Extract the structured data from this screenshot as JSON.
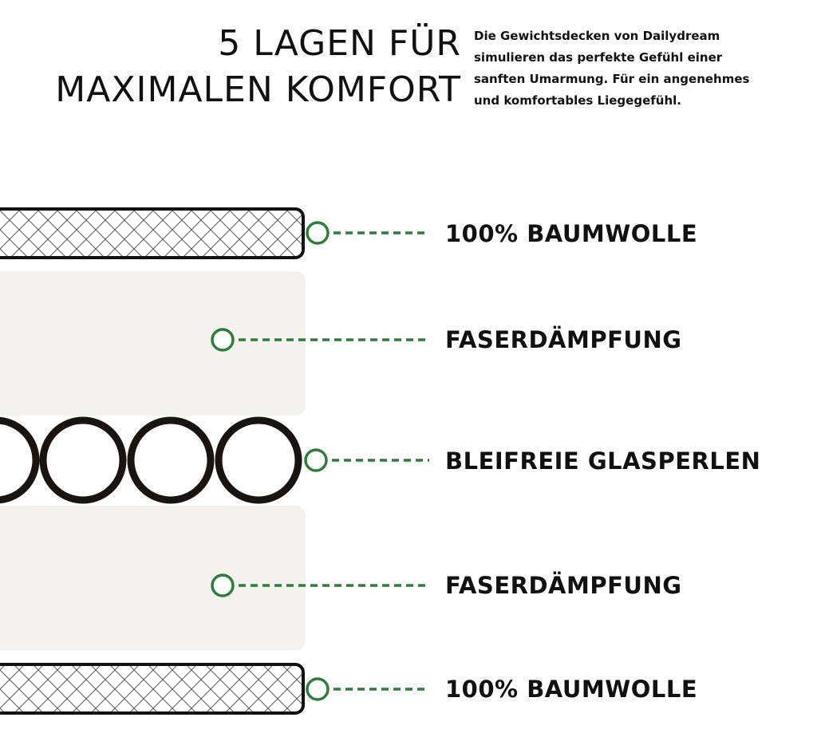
{
  "header": {
    "title_line1": "5 LAGEN FÜR",
    "title_line2": "MAXIMALEN KOMFORT",
    "description": "Die Gewichtsdecken von Dailydream\nsimulieren das perfekte Gefühl einer\nsanften Umarmung. Für ein angenehmes\nund komfortables Liegegefühl."
  },
  "layers": [
    {
      "label": "100% BAUMWOLLE",
      "material": "cotton"
    },
    {
      "label": "FASERDÄMPFUNG",
      "material": "fiber"
    },
    {
      "label": "BLEIFREIE GLASPERLEN",
      "material": "glass-beads"
    },
    {
      "label": "FASERDÄMPFUNG",
      "material": "fiber"
    },
    {
      "label": "100% BAUMWOLLE",
      "material": "cotton"
    }
  ],
  "colors": {
    "accent": "#2e7d3a",
    "fiber_fill": "#f3f2ef",
    "outline": "#111111",
    "bead_outline": "#1a1410"
  }
}
